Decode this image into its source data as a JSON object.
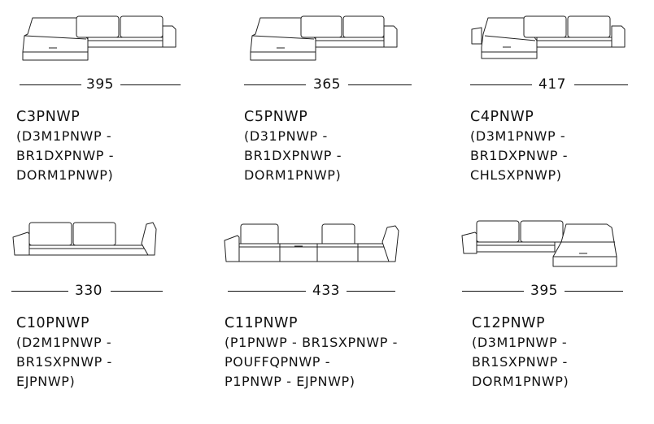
{
  "configurations": [
    {
      "code": "C3PNWP",
      "width": "395",
      "parts": [
        "(D3M1PNWP -",
        "BR1DXPNWP -",
        "DORM1PNWP)"
      ],
      "sketch": "sofa-with-left-chaise-and-right-arm"
    },
    {
      "code": "C5PNWP",
      "width": "365",
      "parts": [
        "(D31PNWP -",
        "BR1DXPNWP -",
        "DORM1PNWP)"
      ],
      "sketch": "sofa-with-left-chaise-and-right-arm"
    },
    {
      "code": "C4PNWP",
      "width": "417",
      "parts": [
        "(D3M1PNWP -",
        "BR1DXPNWP -",
        "CHLSXPNWP)"
      ],
      "sketch": "sofa-with-left-chaise-longue-and-right-arm"
    },
    {
      "code": "C10PNWP",
      "width": "330",
      "parts": [
        "(D2M1PNWP -",
        "BR1SXPNWP -",
        "EJPNWP)"
      ],
      "sketch": "sofa-with-left-arm-and-end-backrest"
    },
    {
      "code": "C11PNWP",
      "width": "433",
      "parts": [
        "(P1PNWP - BR1SXPNWP -",
        "POUFFQPNWP -",
        "P1PNWP - EJPNWP)"
      ],
      "sketch": "modular-sofa-with-pouf-center"
    },
    {
      "code": "C12PNWP",
      "width": "395",
      "parts": [
        "(D3M1PNWP -",
        "BR1SXPNWP -",
        "DORM1PNWP)"
      ],
      "sketch": "sofa-with-right-chaise-and-left-arm"
    }
  ]
}
